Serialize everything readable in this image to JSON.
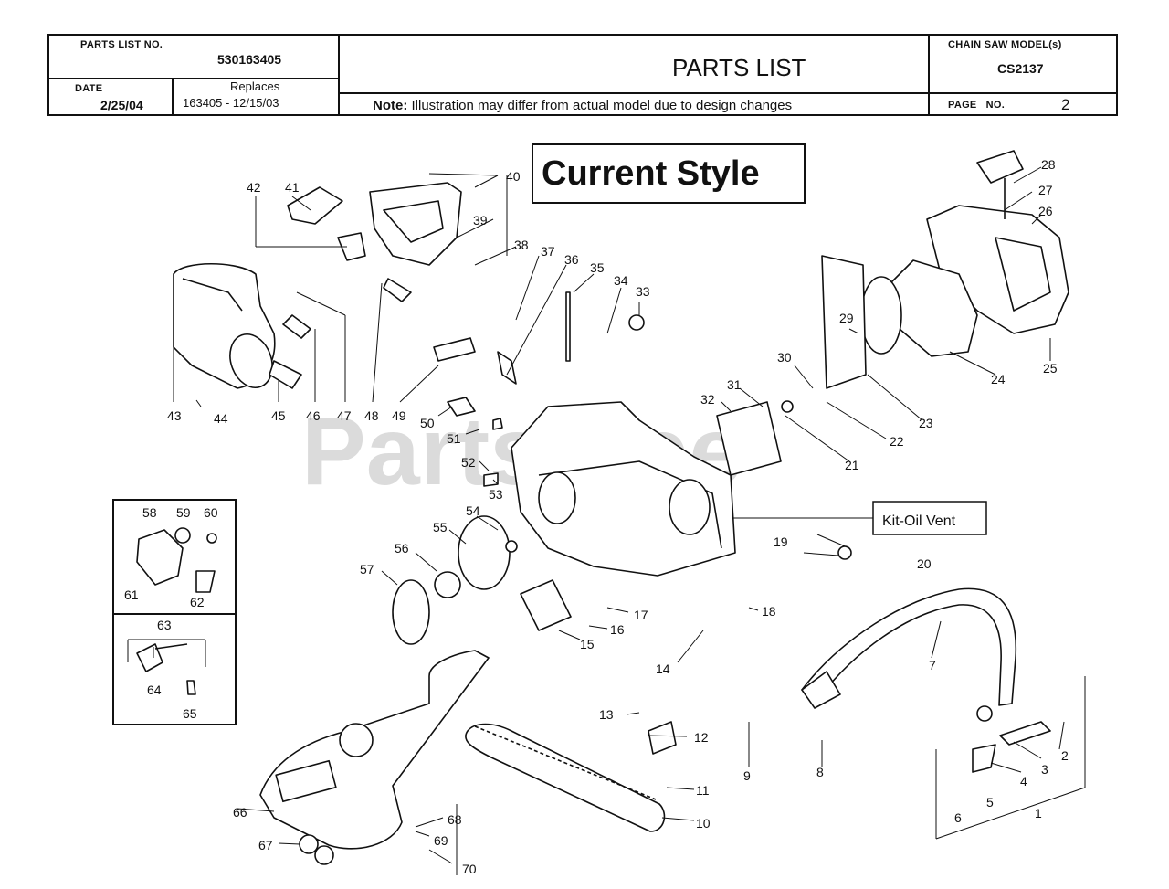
{
  "header": {
    "parts_list_no_label": "PARTS LIST NO.",
    "parts_list_no": "530163405",
    "date_label": "DATE",
    "date": "2/25/04",
    "replaces_label": "Replaces",
    "replaces": "163405 - 12/15/03",
    "title": "PARTS LIST",
    "note_label": "Note:",
    "note_text": "Illustration may differ from actual model due to design changes",
    "model_label": "CHAIN SAW MODEL(s)",
    "model": "CS2137",
    "page_label": "PAGE   NO.",
    "page_no": "2"
  },
  "diagram": {
    "style_box": "Current Style",
    "watermark": "PartsTree",
    "kit_label": "Kit-Oil Vent",
    "callouts": [
      "1",
      "2",
      "3",
      "4",
      "5",
      "6",
      "7",
      "8",
      "9",
      "10",
      "11",
      "12",
      "13",
      "14",
      "15",
      "16",
      "17",
      "18",
      "19",
      "20",
      "21",
      "22",
      "23",
      "24",
      "25",
      "26",
      "27",
      "28",
      "29",
      "30",
      "31",
      "32",
      "33",
      "34",
      "35",
      "36",
      "37",
      "38",
      "39",
      "40",
      "41",
      "42",
      "43",
      "44",
      "45",
      "46",
      "47",
      "48",
      "49",
      "50",
      "51",
      "52",
      "53",
      "54",
      "55",
      "56",
      "57",
      "58",
      "59",
      "60",
      "61",
      "62",
      "63",
      "64",
      "65",
      "66",
      "67",
      "68",
      "69",
      "70"
    ]
  }
}
